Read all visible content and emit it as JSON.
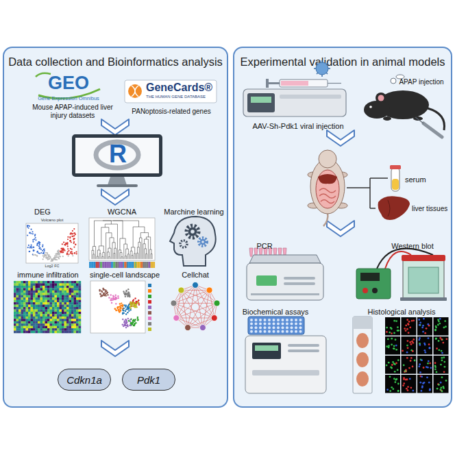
{
  "diagram": {
    "nodes": [
      {
        "text": [
          "Data collection and Bioinformatics analysis"
        ]
      },
      {
        "text": [
          "Experimental validation in animal models"
        ]
      },
      {
        "text": [
          "Cdkn1a"
        ],
        "in": 0
      },
      {
        "text": [
          "Pdk1"
        ],
        "in": 0
      }
    ],
    "labels": [
      "GEO",
      "Gene Expression Omnibus",
      "Mouse APAP-induced liver injury datasets",
      "GeneCards®",
      "THE HUMAN GENE DATABASE",
      "PANoptosis-related genes",
      "R",
      "DEG",
      "Volcano plot",
      "WGCNA",
      "Marchine learning",
      "immune infiltration",
      "single-cell landscape",
      "Cellchat",
      "AAV-Sh-Pdk1 viral injection",
      "APAP injection",
      "serum",
      "liver tissues",
      "PCR",
      "Western blot",
      "Biochemical assays",
      "Histological analysis",
      "Log2 FC"
    ]
  }
}
